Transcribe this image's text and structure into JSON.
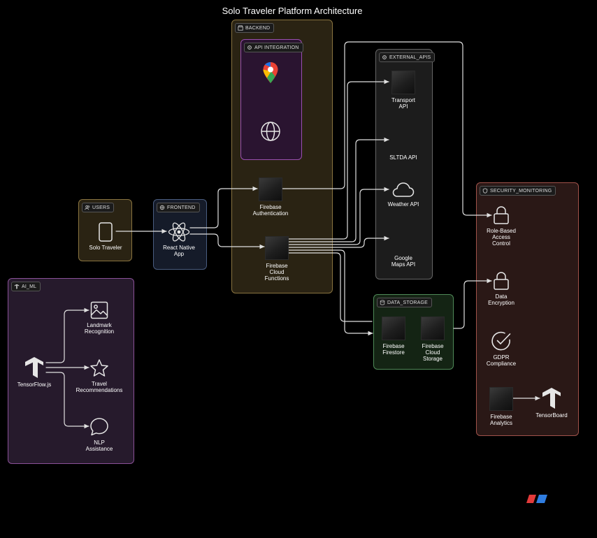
{
  "title": "Solo Traveler Platform Architecture",
  "groups": {
    "backend": "BACKEND",
    "api_integration": "API INTEGRATION",
    "external_apis": "EXTERNAL_APIS",
    "users": "USERS",
    "frontend": "FRONTEND",
    "security": "SECURITY_MONITORING",
    "ai_ml": "AI_ML",
    "data_storage": "DATA_STORAGE"
  },
  "nodes": {
    "solo_traveler": "Solo Traveler",
    "react_native": "React Native\nApp",
    "firebase_auth": "Firebase\nAuthentication",
    "cloud_functions": "Firebase\nCloud\nFunctions",
    "transport_api": "Transport\nAPI",
    "sltda_api": "SLTDA API",
    "weather_api": "Weather API",
    "google_maps_api": "Google\nMaps API",
    "rbac": "Role-Based\nAccess\nControl",
    "data_encryption": "Data\nEncryption",
    "gdpr": "GDPR\nCompliance",
    "firebase_analytics": "Firebase\nAnalytics",
    "tensorboard": "TensorBoard",
    "firestore": "Firebase\nFirestore",
    "cloud_storage": "Firebase\nCloud\nStorage",
    "tensorflow": "TensorFlow.js",
    "landmark": "Landmark\nRecognition",
    "travel_rec": "Travel\nRecommendations",
    "nlp": "NLP\nAssistance"
  },
  "colors": {
    "backend_border": "#8a7440",
    "backend_fill": "#2a2313",
    "api_border": "#9a4fb0",
    "api_fill": "#2a1430",
    "external_border": "#666666",
    "external_fill": "#1c1c1c",
    "users_border": "#8a7440",
    "users_fill": "#2a2313",
    "frontend_border": "#4a5d80",
    "frontend_fill": "#151b29",
    "security_border": "#a0524a",
    "security_fill": "#2a1816",
    "ai_border": "#8a5098",
    "ai_fill": "#261a2c",
    "storage_border": "#4f8a58",
    "storage_fill": "#142414",
    "connector": "#e0e0e0"
  },
  "icons": [
    "google-maps-icon",
    "globe-icon",
    "mobile-icon",
    "react-icon",
    "cloud-icon",
    "lock-icon",
    "check-circle-icon",
    "tensorflow-icon",
    "image-icon",
    "star-icon",
    "chat-icon"
  ]
}
